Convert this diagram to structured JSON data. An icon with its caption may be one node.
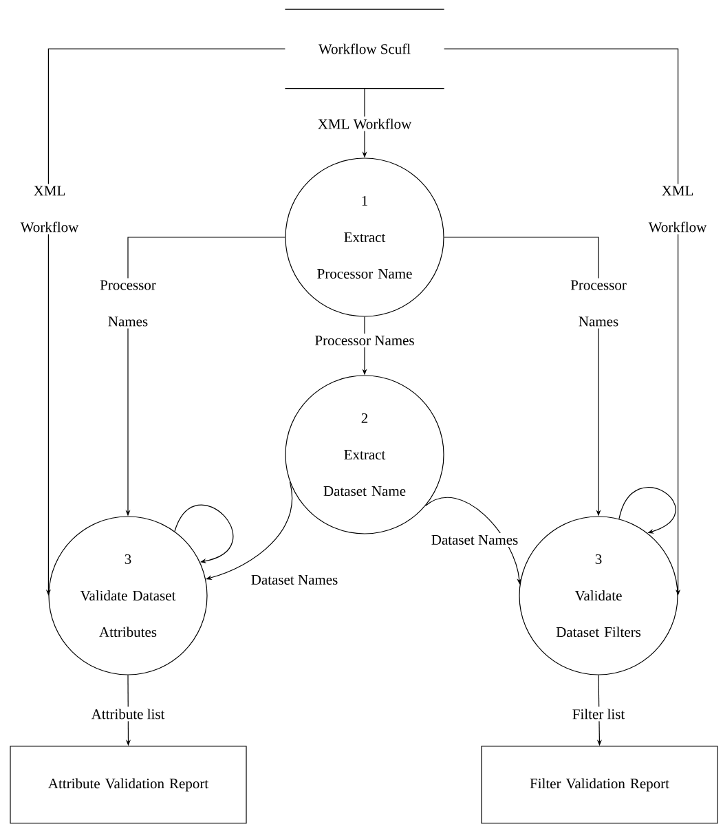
{
  "diagram": {
    "nodes": [
      {
        "text": [
          "Workflow Scufl"
        ]
      },
      {
        "text": [
          "1",
          "Extract Processor Name"
        ]
      },
      {
        "text": [
          "2",
          "Extract Dataset Name"
        ]
      },
      {
        "text": [
          "3",
          "Validate Dataset Attributes"
        ]
      },
      {
        "text": [
          "3",
          "Validate Dataset Filters"
        ]
      },
      {
        "text": [
          "Attribute Validation Report"
        ]
      },
      {
        "text": [
          "Filter Validation Report"
        ]
      }
    ],
    "edges": [
      {
        "from": 0,
        "to": 1,
        "arrow": "to",
        "label": "XML Workflow"
      },
      {
        "from": 0,
        "to": 3,
        "arrow": "to",
        "label": "XML Workflow"
      },
      {
        "from": 0,
        "to": 4,
        "arrow": "to",
        "label": "XML Workflow"
      },
      {
        "from": 1,
        "to": 3,
        "arrow": "to",
        "label": "Processor Names"
      },
      {
        "from": 1,
        "to": 2,
        "arrow": "to",
        "label": "Processor Names"
      },
      {
        "from": 1,
        "to": 4,
        "arrow": "to",
        "label": "Processor Names"
      },
      {
        "from": 2,
        "to": 3,
        "arrow": "to",
        "label": "Dataset Names"
      },
      {
        "from": 2,
        "to": 4,
        "arrow": "to",
        "label": "Dataset Names"
      },
      {
        "from": 3,
        "to": 3,
        "arrow": "to"
      },
      {
        "from": 4,
        "to": 4,
        "arrow": "to"
      },
      {
        "from": 3,
        "to": 5,
        "arrow": "to",
        "label": "Attribute list"
      },
      {
        "from": 4,
        "to": 6,
        "arrow": "to",
        "label": "Filter list"
      }
    ]
  }
}
